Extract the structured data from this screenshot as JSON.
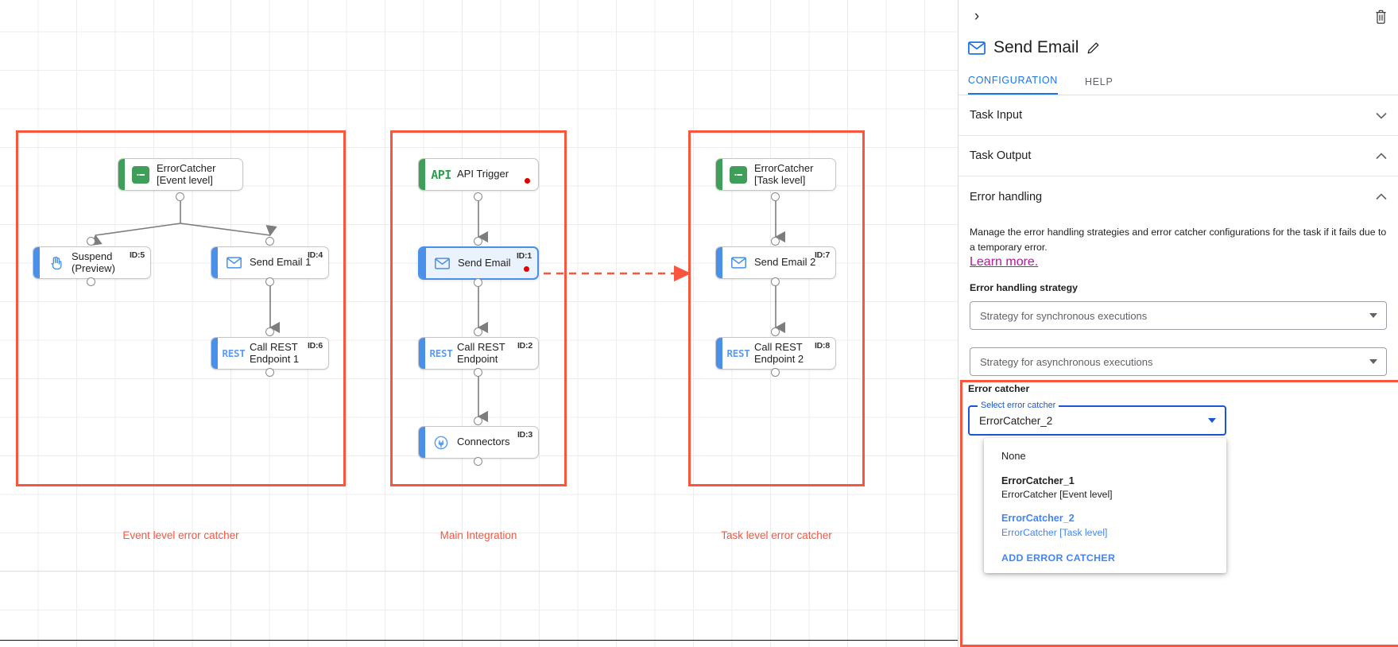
{
  "canvas": {
    "groups": [
      {
        "caption": "Event level error catcher"
      },
      {
        "caption": "Main Integration"
      },
      {
        "caption": "Task level error catcher"
      }
    ],
    "nodes": [
      {
        "label": "ErrorCatcher\n[Event level]",
        "icon": "error-catcher-icon",
        "id_tag": "",
        "kind": "green"
      },
      {
        "label": "Suspend\n(Preview)",
        "icon": "hand-icon",
        "id_tag": "ID:5",
        "kind": "blue"
      },
      {
        "label": "Send Email 1",
        "icon": "envelope-icon",
        "id_tag": "ID:4",
        "kind": "blue"
      },
      {
        "label": "Call REST\nEndpoint 1",
        "icon": "rest-icon",
        "id_tag": "ID:6",
        "kind": "blue"
      },
      {
        "label": "API Trigger",
        "icon": "api-icon",
        "id_tag": "",
        "kind": "green"
      },
      {
        "label": "Send Email",
        "icon": "envelope-icon",
        "id_tag": "ID:1",
        "kind": "blue"
      },
      {
        "label": "Call REST\nEndpoint",
        "icon": "rest-icon",
        "id_tag": "ID:2",
        "kind": "blue"
      },
      {
        "label": "Connectors",
        "icon": "connectors-icon",
        "id_tag": "ID:3",
        "kind": "blue"
      },
      {
        "label": "ErrorCatcher\n[Task level]",
        "icon": "error-catcher-icon",
        "id_tag": "",
        "kind": "green"
      },
      {
        "label": "Send Email 2",
        "icon": "envelope-icon",
        "id_tag": "ID:7",
        "kind": "blue"
      },
      {
        "label": "Call REST\nEndpoint 2",
        "icon": "rest-icon",
        "id_tag": "ID:8",
        "kind": "blue"
      }
    ]
  },
  "panel": {
    "collapse_icon": "chevron-right-icon",
    "delete_icon": "trash-icon",
    "title": "Send Email",
    "title_icon": "envelope-icon",
    "edit_icon": "pencil-icon",
    "tabs": [
      {
        "label": "CONFIGURATION",
        "active": true
      },
      {
        "label": "HELP",
        "active": false
      }
    ],
    "sections": [
      {
        "title": "Task Input",
        "caret": "chevron-down-icon"
      },
      {
        "title": "Task Output",
        "caret": "chevron-up-icon"
      },
      {
        "title": "Error handling",
        "caret": "chevron-up-icon"
      }
    ],
    "error_handling": {
      "description": "Manage the error handling strategies and error catcher configurations for the task if it fails due to a temporary error.",
      "learn_more": "Learn more.",
      "strategy_label": "Error handling strategy",
      "sync_placeholder": "Strategy for synchronous executions",
      "async_placeholder": "Strategy for asynchronous executions"
    },
    "error_catcher": {
      "heading": "Error catcher",
      "select_label": "Select error catcher",
      "selected_value": "ErrorCatcher_2",
      "options": [
        {
          "main": "None",
          "sub": "",
          "selected": false,
          "plain": true
        },
        {
          "main": "ErrorCatcher_1",
          "sub": "ErrorCatcher [Event level]",
          "selected": false,
          "plain": false
        },
        {
          "main": "ErrorCatcher_2",
          "sub": "ErrorCatcher [Task level]",
          "selected": true,
          "plain": false
        }
      ],
      "add_label": "ADD ERROR CATCHER"
    }
  },
  "colors": {
    "accent_blue": "#1a73e8",
    "highlight_red": "#f9553f",
    "green": "#3f9e5a",
    "node_blue": "#4a90e8",
    "learn_more": "#b5179e",
    "status_dot": "#e00000"
  }
}
